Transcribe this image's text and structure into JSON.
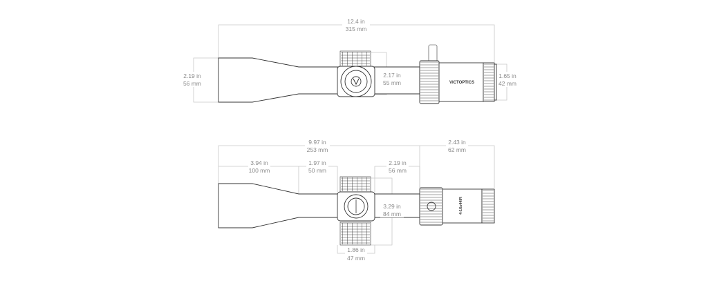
{
  "side_view": {
    "overall_length": {
      "in": "12.4 in",
      "mm": "315 mm"
    },
    "objective_diameter": {
      "in": "2.19 in",
      "mm": "56 mm"
    },
    "turret_height": {
      "in": "2.17 in",
      "mm": "55 mm"
    },
    "eyepiece_diameter": {
      "in": "1.65 in",
      "mm": "42 mm"
    },
    "brand": "VICTOPTICS"
  },
  "top_view": {
    "objective_to_eyepiece": {
      "in": "9.97 in",
      "mm": "253 mm"
    },
    "eyepiece_length": {
      "in": "2.43 in",
      "mm": "62 mm"
    },
    "objective_bell": {
      "in": "3.94 in",
      "mm": "100 mm"
    },
    "front_tube": {
      "in": "1.97 in",
      "mm": "50 mm"
    },
    "rear_tube": {
      "in": "2.19 in",
      "mm": "56 mm"
    },
    "turret_span": {
      "in": "3.29 in",
      "mm": "84 mm"
    },
    "turret_width": {
      "in": "1.86 in",
      "mm": "47 mm"
    },
    "model": "4-16x44IR"
  }
}
